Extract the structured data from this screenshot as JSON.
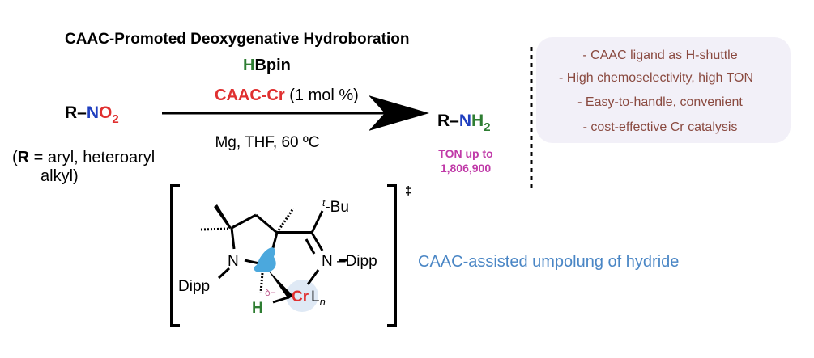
{
  "title": "CAAC-Promoted Deoxygenative Hydroboration",
  "reagent": {
    "h": "H",
    "bpin": "Bpin"
  },
  "catalyst": {
    "name": "CAAC-Cr",
    "loading": " (1 mol %)"
  },
  "conditions": "Mg, THF, 60 ºC",
  "substrate": {
    "r": "R",
    "dash": "–",
    "n": "N",
    "o": "O",
    "sub": "2"
  },
  "scope": {
    "line1_open": "(",
    "line1_r": "R",
    "line1_rest": " = aryl, heteroaryl",
    "line2": "alkyl)"
  },
  "product": {
    "r": "R",
    "dash": "–",
    "n": "N",
    "h": "H",
    "sub": "2"
  },
  "ton": {
    "line1": "TON up to",
    "line2": "1,806,900"
  },
  "features": [
    "- CAAC ligand as H-shuttle",
    "- High chemoselectivity, high TON",
    "- Easy-to-handle, convenient",
    "- cost-effective Cr catalysis"
  ],
  "structure": {
    "n_left": "N",
    "dipp_left": "Dipp",
    "n_right": "N",
    "dipp_right": "–Dipp",
    "tbu_t": "t",
    "tbu": "-Bu",
    "cr": "Cr",
    "l": "L",
    "n_sub": "n",
    "h": "H",
    "delta": "δ−",
    "dagger": "‡"
  },
  "caption": "CAAC-assisted umpolung of hydride",
  "colors": {
    "green": "#2e7d32",
    "red": "#e03030",
    "blue": "#1f3fbf",
    "magenta": "#c03aa8",
    "feature_text": "#8a4a40",
    "box_bg": "#f2f0f8",
    "caption": "#4a86c5"
  }
}
